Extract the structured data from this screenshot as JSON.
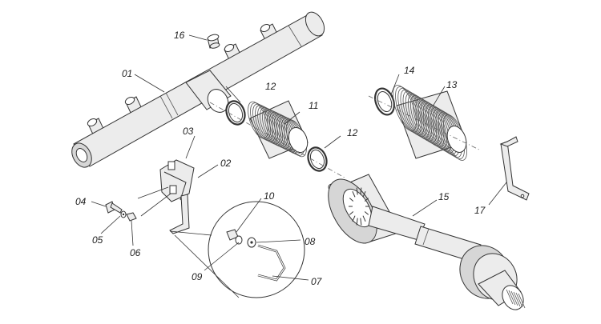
{
  "diagram": {
    "labels": {
      "p01": "01",
      "p02": "02",
      "p03": "03",
      "p04": "04",
      "p05": "05",
      "p06": "06",
      "p07": "07",
      "p08": "08",
      "p09": "09",
      "p10": "10",
      "p11": "11",
      "p12a": "12",
      "p12b": "12",
      "p13": "13",
      "p14": "14",
      "p15": "15",
      "p16": "16",
      "p17": "17"
    }
  }
}
